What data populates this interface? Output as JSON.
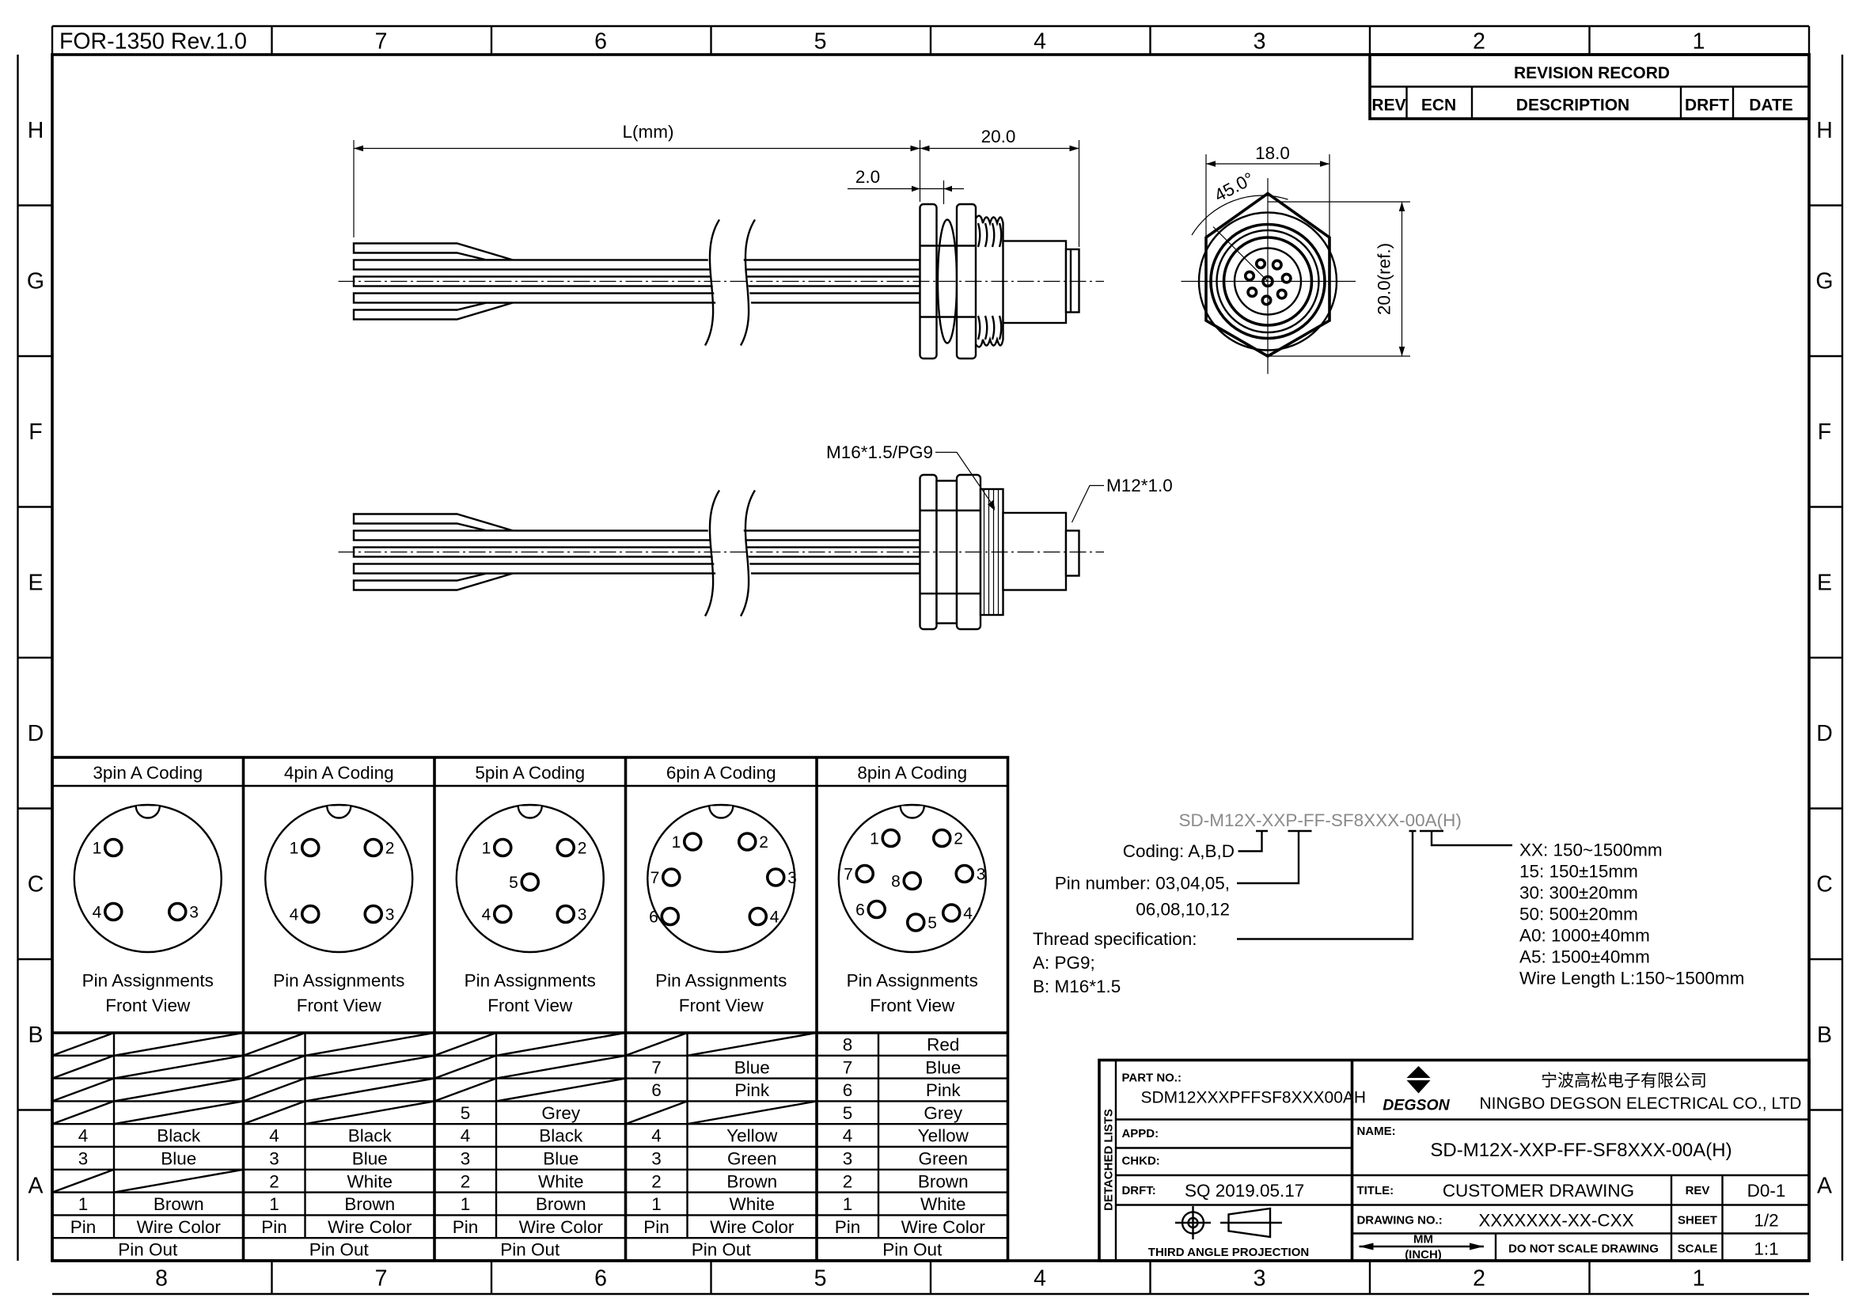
{
  "frame": {
    "form_id": "FOR-1350 Rev.1.0",
    "columns_top": [
      "7",
      "6",
      "5",
      "4",
      "3",
      "2",
      "1"
    ],
    "columns_bottom": [
      "8",
      "7",
      "6",
      "5",
      "4",
      "3",
      "2",
      "1"
    ],
    "rows": [
      "H",
      "G",
      "F",
      "E",
      "D",
      "C",
      "B",
      "A"
    ]
  },
  "revision_record": {
    "title": "REVISION RECORD",
    "headers": [
      "REV",
      "ECN",
      "DESCRIPTION",
      "DRFT",
      "DATE"
    ]
  },
  "dimensions": {
    "length": "L(mm)",
    "connector_length": "20.0",
    "flange": "2.0",
    "hex_width": "18.0",
    "hex_height": "20.0(ref.)",
    "angle": "45.0°",
    "thread_rear": "M16*1.5/PG9",
    "thread_front": "M12*1.0"
  },
  "pin_tables": [
    {
      "title": "3pin  A  Coding",
      "pins": [
        "1",
        "4",
        "3"
      ],
      "rows": [
        null,
        null,
        null,
        null,
        [
          "4",
          "Black"
        ],
        [
          "3",
          "Blue"
        ],
        null,
        [
          "1",
          "Brown"
        ]
      ]
    },
    {
      "title": "4pin  A  Coding",
      "pins": [
        "1",
        "2",
        "4",
        "3"
      ],
      "rows": [
        null,
        null,
        null,
        null,
        [
          "4",
          "Black"
        ],
        [
          "3",
          "Blue"
        ],
        [
          "2",
          "White"
        ],
        [
          "1",
          "Brown"
        ]
      ]
    },
    {
      "title": "5pin  A  Coding",
      "pins": [
        "1",
        "2",
        "5",
        "4",
        "3"
      ],
      "rows": [
        null,
        null,
        null,
        [
          "5",
          "Grey"
        ],
        [
          "4",
          "Black"
        ],
        [
          "3",
          "Blue"
        ],
        [
          "2",
          "White"
        ],
        [
          "1",
          "Brown"
        ]
      ]
    },
    {
      "title": "6pin  A  Coding",
      "pins": [
        "1",
        "2",
        "7",
        "3",
        "6",
        "4"
      ],
      "rows": [
        null,
        [
          "7",
          "Blue"
        ],
        [
          "6",
          "Pink"
        ],
        null,
        [
          "4",
          "Yellow"
        ],
        [
          "3",
          "Green"
        ],
        [
          "2",
          "Brown"
        ],
        [
          "1",
          "White"
        ]
      ]
    },
    {
      "title": "8pin  A  Coding",
      "pins": [
        "1",
        "2",
        "7",
        "8",
        "3",
        "6",
        "5",
        "4"
      ],
      "rows": [
        [
          "8",
          "Red"
        ],
        [
          "7",
          "Blue"
        ],
        [
          "6",
          "Pink"
        ],
        [
          "5",
          "Grey"
        ],
        [
          "4",
          "Yellow"
        ],
        [
          "3",
          "Green"
        ],
        [
          "2",
          "Brown"
        ],
        [
          "1",
          "White"
        ]
      ]
    }
  ],
  "pin_view_caption": [
    "Pin  Assignments",
    "Front  View"
  ],
  "pin_table_headers": {
    "pin": "Pin",
    "wire_color": "Wire  Color",
    "pin_out": "Pin  Out"
  },
  "part_code": {
    "code": "SD-M12X-XXP-FF-SF8XXX-00A(H)",
    "coding": "Coding: A,B,D",
    "pin_number_1": "Pin  number: 03,04,05,",
    "pin_number_2": "06,08,10,12",
    "thread": "Thread  specification:",
    "thread_a": "A: PG9;",
    "thread_b": "B: M16*1.5",
    "lengths": [
      "XX: 150~1500mm",
      "15: 150±15mm",
      "30: 300±20mm",
      "50: 500±20mm",
      "A0: 1000±40mm",
      "A5: 1500±40mm",
      "Wire  Length  L:150~1500mm"
    ]
  },
  "title_block": {
    "detached_lists": "DETACHED  LISTS",
    "part_no_label": "PART NO.:",
    "part_no": "SDM12XXXPFFSF8XXX00AH",
    "logo_text": "DEGSON",
    "company_cn": "宁波高松电子有限公司",
    "company_en": "NINGBO DEGSON ELECTRICAL CO., LTD",
    "appd_label": "APPD:",
    "chkd_label": "CHKD:",
    "name_label": "NAME:",
    "name": "SD-M12X-XXP-FF-SF8XXX-00A(H)",
    "drft_label": "DRFT:",
    "drft": "SQ  2019.05.17",
    "title_label": "TITLE:",
    "title": "CUSTOMER  DRAWING",
    "rev_label": "REV",
    "rev": "D0-1",
    "drawing_no_label": "DRAWING NO.:",
    "drawing_no": "XXXXXXX-XX-CXX",
    "sheet_label": "SHEET",
    "sheet": "1/2",
    "projection": "THIRD  ANGLE  PROJECTION",
    "unit_mm": "MM",
    "unit_inch": "(INCH)",
    "no_scale": "DO NOT SCALE DRAWING",
    "scale_label": "SCALE",
    "scale": "1:1"
  }
}
